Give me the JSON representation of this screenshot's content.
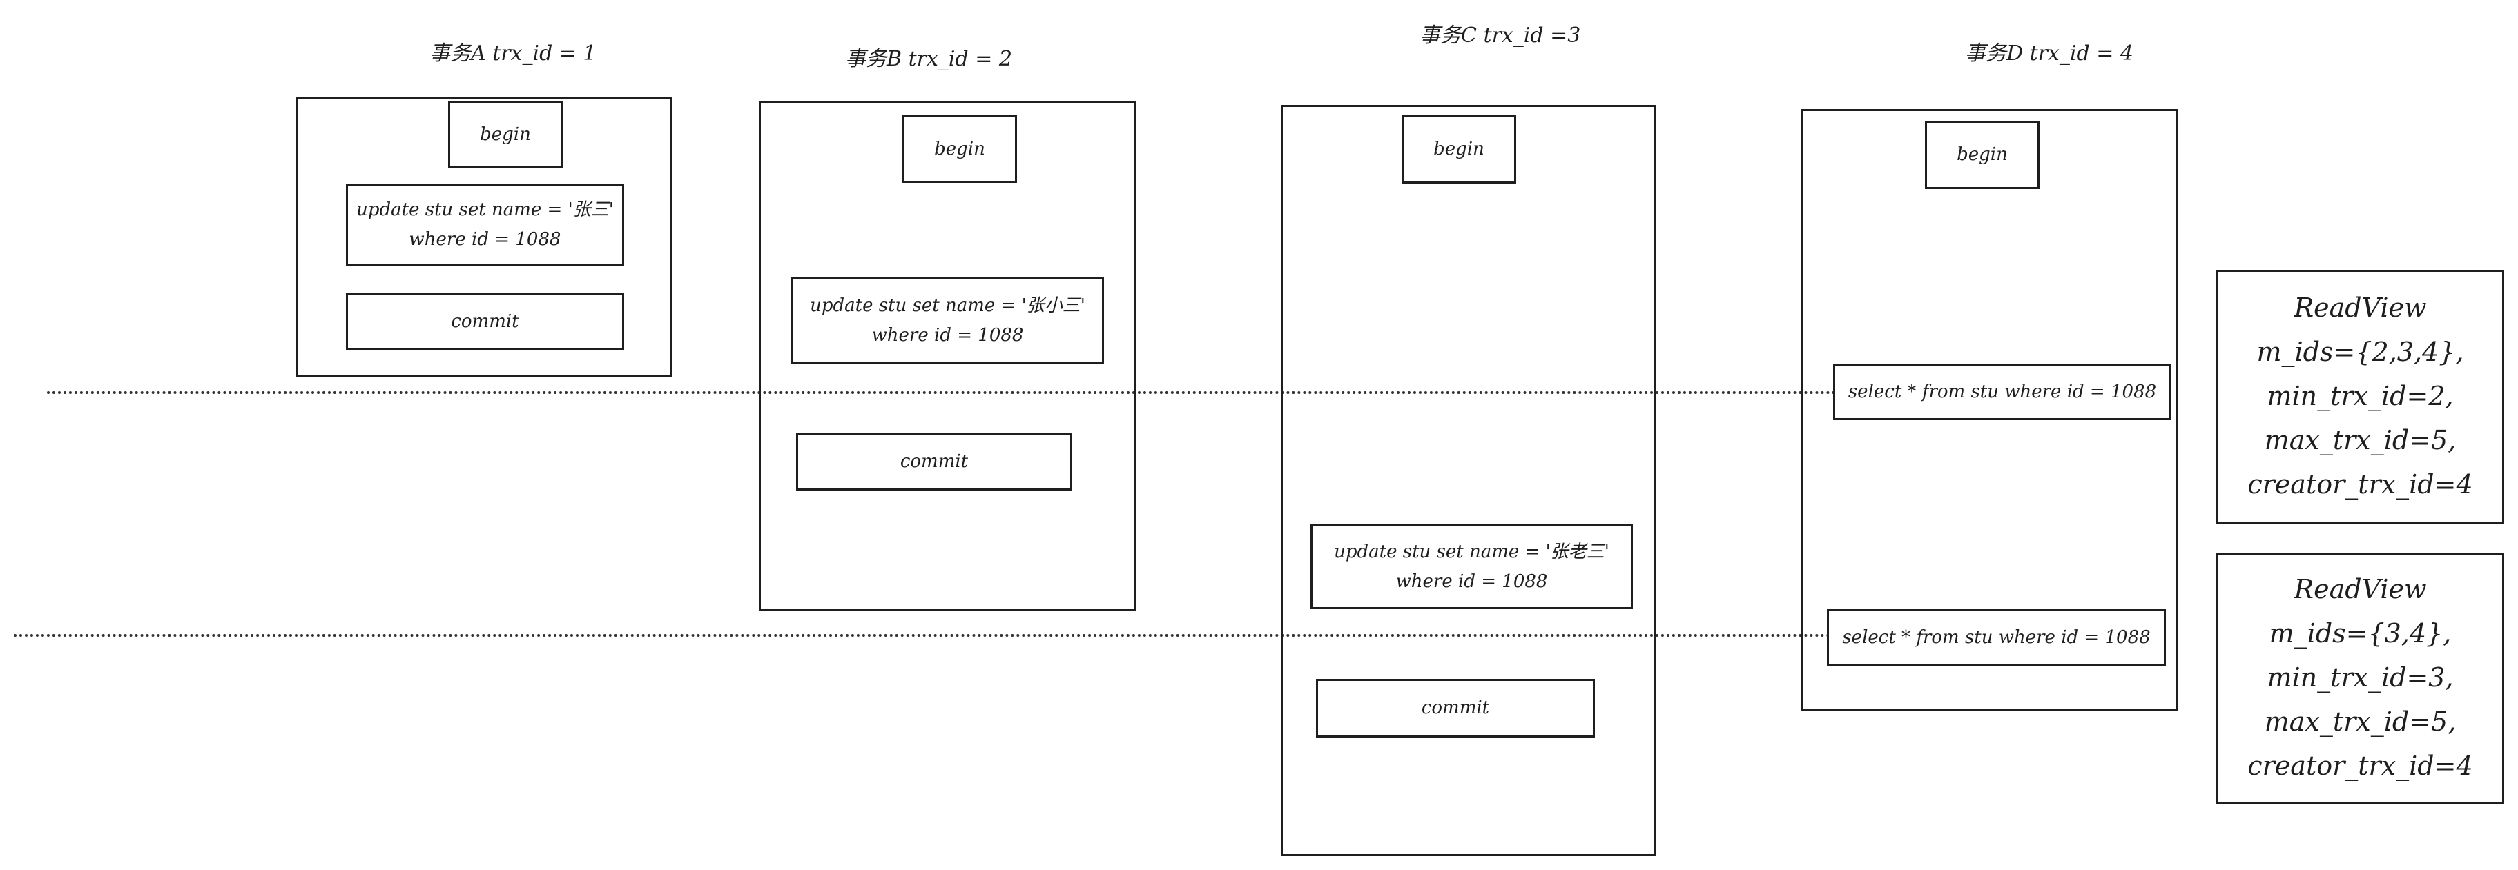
{
  "transactions": {
    "a": {
      "title": "事务A trx_id = 1",
      "begin": "begin",
      "update_line1": "update stu set name = '张三'",
      "update_line2": "where id = 1088",
      "commit": "commit"
    },
    "b": {
      "title": "事务B trx_id = 2",
      "begin": "begin",
      "update_line1": "update stu set name = '张小三'",
      "update_line2": "where id = 1088",
      "commit": "commit"
    },
    "c": {
      "title": "事务C trx_id =3",
      "begin": "begin",
      "update_line1": "update stu set name = '张老三'",
      "update_line2": "where id = 1088",
      "commit": "commit"
    },
    "d": {
      "title": "事务D trx_id = 4",
      "begin": "begin",
      "select1": "select * from stu where id = 1088",
      "select2": "select * from stu where id = 1088"
    }
  },
  "readviews": [
    {
      "title": "ReadView",
      "m_ids": "m_ids={2,3,4},",
      "min_trx_id": "min_trx_id=2,",
      "max_trx_id": "max_trx_id=5,",
      "creator_trx_id": "creator_trx_id=4"
    },
    {
      "title": "ReadView",
      "m_ids": "m_ids={3,4},",
      "min_trx_id": "min_trx_id=3,",
      "max_trx_id": "max_trx_id=5,",
      "creator_trx_id": "creator_trx_id=4"
    }
  ]
}
